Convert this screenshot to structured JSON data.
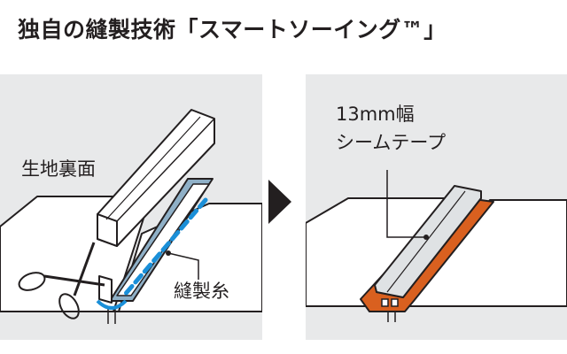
{
  "title": "独自の縫製技術「スマートソーイング™」",
  "left_panel": {
    "label_fabric_back": "生地裏面",
    "label_thread": "縫製糸"
  },
  "right_panel": {
    "label_tape_line1": "13mm幅",
    "label_tape_line2": "シームテープ"
  },
  "colors": {
    "panel_bg": "#e8e9ea",
    "seam_tape_core": "#cfd3d6",
    "seam_tape_edge": "#d9601f",
    "stitch": "#1a8fd8",
    "board_blue": "#8fb0c7",
    "ink": "#231f20"
  },
  "icons": [
    "scissors-icon",
    "arrow-right-icon"
  ]
}
